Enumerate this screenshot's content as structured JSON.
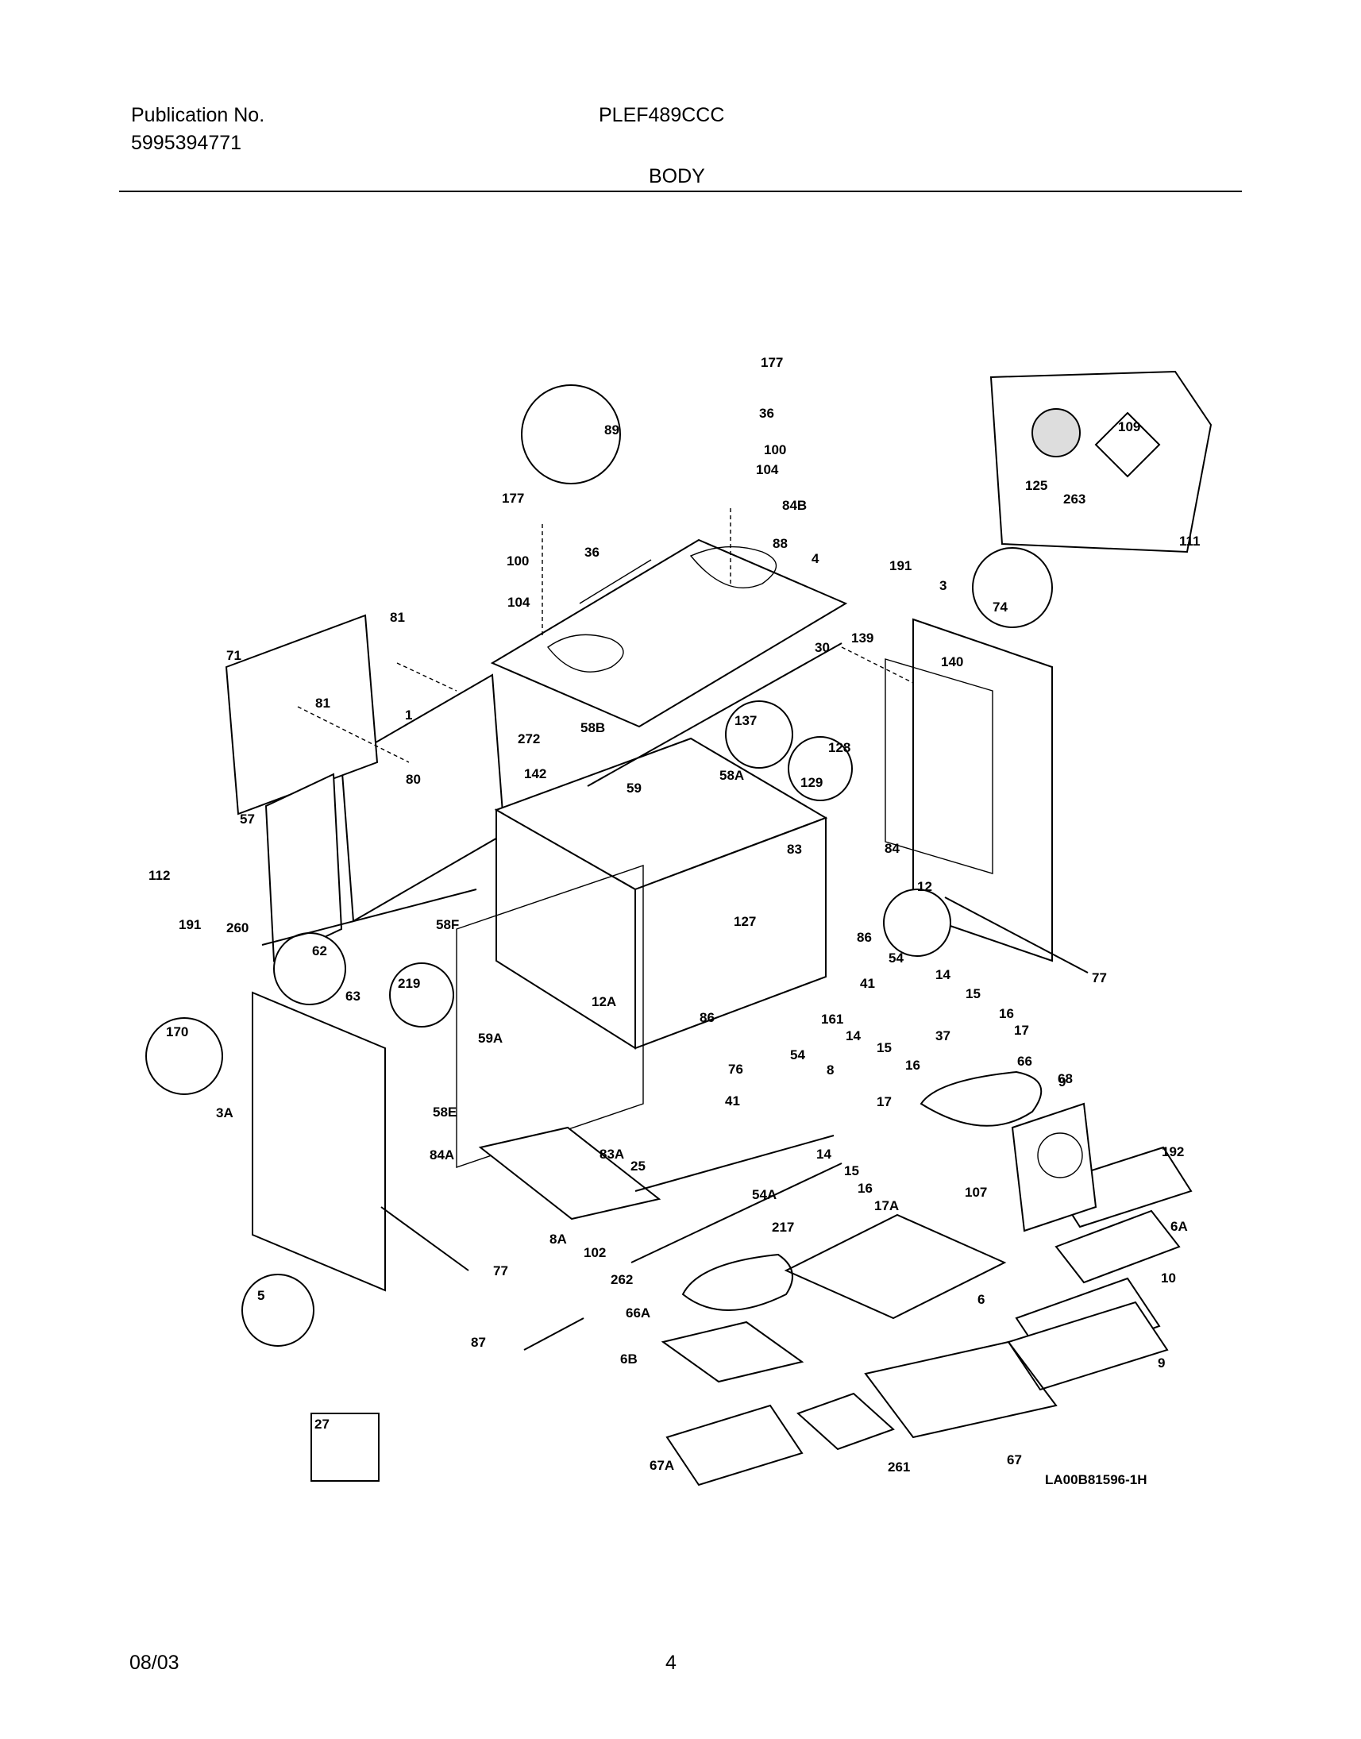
{
  "header": {
    "publication_label": "Publication No.",
    "publication_number": "5995394771",
    "model": "PLEF489CCC",
    "section": "BODY"
  },
  "footer": {
    "date": "08/03",
    "page": "4"
  },
  "diagram": {
    "drawing_code": "LA00B81596-1H",
    "part_labels": [
      "177",
      "36",
      "100",
      "104",
      "84B",
      "89",
      "177",
      "36",
      "100",
      "104",
      "88",
      "4",
      "125",
      "109",
      "263",
      "111",
      "191",
      "3",
      "74",
      "139",
      "30",
      "140",
      "81",
      "71",
      "81",
      "1",
      "272",
      "58B",
      "137",
      "128",
      "129",
      "59",
      "58A",
      "142",
      "80",
      "57",
      "84",
      "112",
      "83",
      "12",
      "191",
      "260",
      "58F",
      "127",
      "86",
      "54",
      "14",
      "15",
      "16",
      "17",
      "62",
      "63",
      "219",
      "41",
      "12A",
      "86",
      "161",
      "14",
      "37",
      "59A",
      "54",
      "15",
      "16",
      "66",
      "68",
      "8",
      "76",
      "170",
      "9",
      "3A",
      "58E",
      "84A",
      "41",
      "17",
      "83A",
      "25",
      "192",
      "107",
      "8A",
      "14",
      "15",
      "16",
      "54A",
      "17A",
      "6A",
      "102",
      "217",
      "262",
      "77",
      "77",
      "5",
      "10",
      "66A",
      "6",
      "6B",
      "87",
      "9",
      "27",
      "67A",
      "261",
      "67"
    ]
  }
}
